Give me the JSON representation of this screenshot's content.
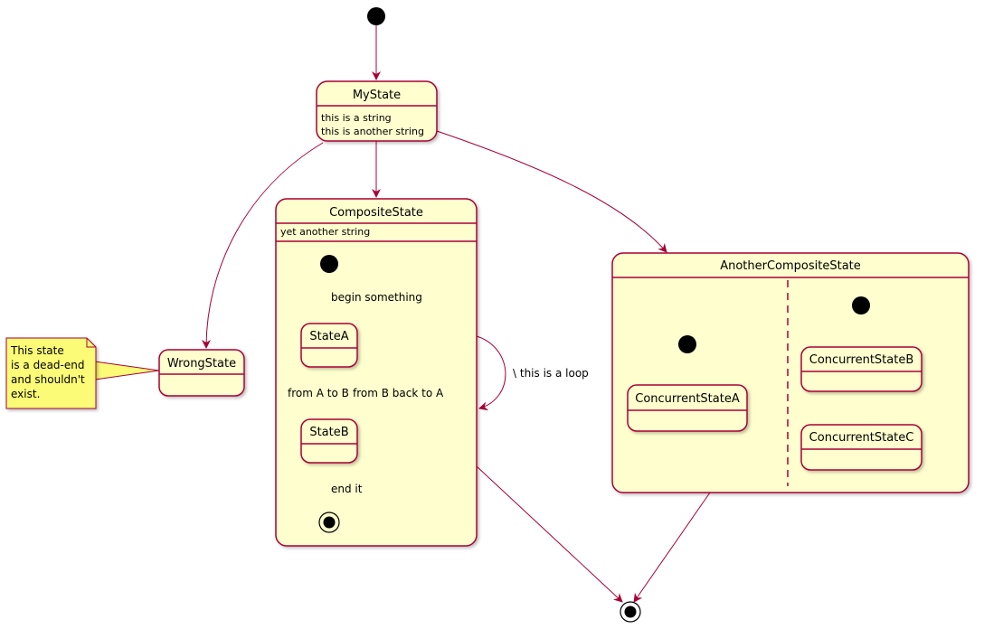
{
  "colors": {
    "state_fill": "#FEFECE",
    "border": "#A80036",
    "arrow": "#A80036",
    "note_fill": "#FBFB77",
    "note_border": "#A80036",
    "initial": "#000000"
  },
  "states": {
    "my_state": {
      "name": "MyState",
      "lines": [
        "this is a string",
        "this is another string"
      ]
    },
    "composite_state": {
      "name": "CompositeState",
      "description": "yet another string",
      "substates": {
        "state_a": "StateA",
        "state_b": "StateB"
      }
    },
    "another_composite_state": {
      "name": "AnotherCompositeState",
      "substates": {
        "concurrent_a": "ConcurrentStateA",
        "concurrent_b": "ConcurrentStateB",
        "concurrent_c": "ConcurrentStateC"
      }
    },
    "wrong_state": {
      "name": "WrongState"
    }
  },
  "edge_labels": {
    "begin": "begin something",
    "a_to_b": "from A to B",
    "b_to_a": "from B back to A",
    "end": "end it",
    "loop": "\\ this is a loop"
  },
  "note": {
    "lines": [
      "This state",
      "is a dead-end",
      "and shouldn't",
      "exist."
    ]
  }
}
